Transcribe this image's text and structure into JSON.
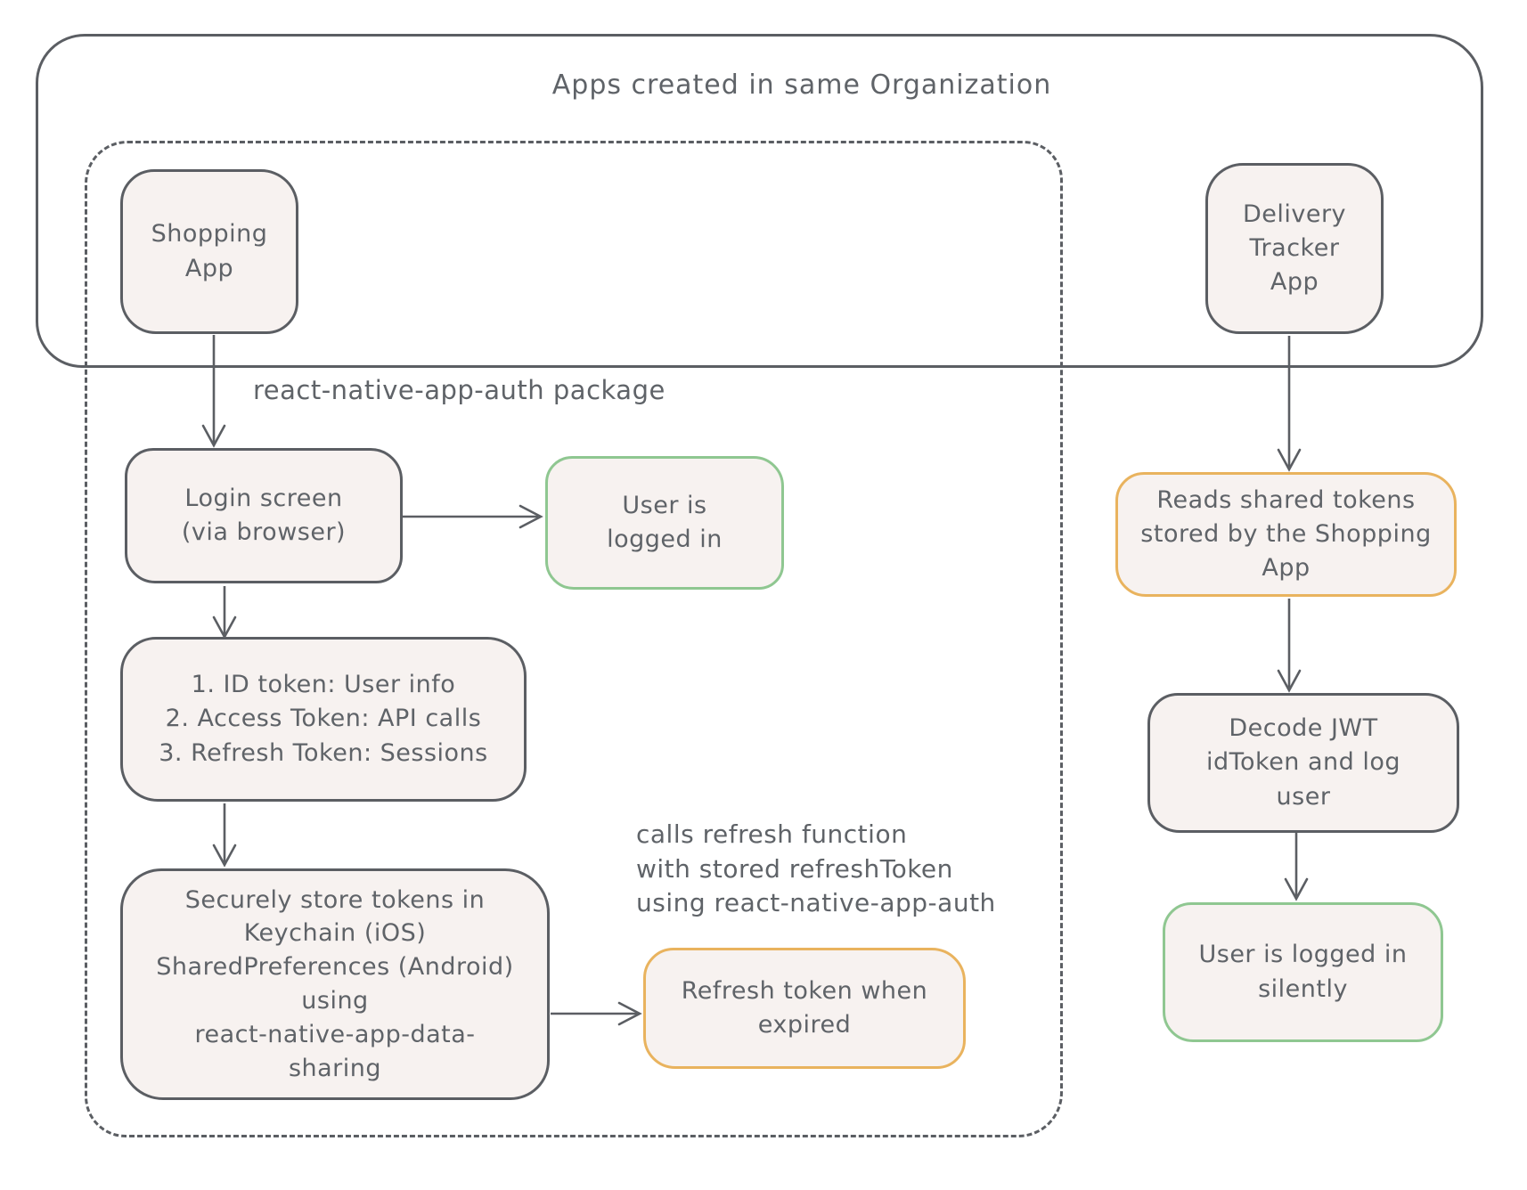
{
  "colors": {
    "stroke": "#5b5e63",
    "green": "#8fc791",
    "orange": "#e9b35e",
    "fill": "#f7f2f0",
    "text": "#5f6368",
    "bg": "#ffffff"
  },
  "diagram": {
    "org_title": "Apps created in same Organization",
    "edge_labels": {
      "auth_package": "react-native-app-auth package",
      "refresh_note": "calls refresh function\nwith stored refreshToken\nusing react-native-app-auth"
    },
    "nodes": {
      "shopping_app": "Shopping\nApp",
      "delivery_tracker": "Delivery\nTracker\nApp",
      "login_screen": "Login screen\n(via browser)",
      "user_logged_in": "User is\nlogged in",
      "token_list": "1. ID token: User info\n2. Access Token: API calls\n3. Refresh Token: Sessions",
      "store_tokens": "Securely store tokens in\nKeychain (iOS)\nSharedPreferences (Android)\nusing\nreact-native-app-data-\nsharing",
      "refresh_expired": "Refresh token when\nexpired",
      "reads_tokens": "Reads shared tokens\nstored by the Shopping\nApp",
      "decode_jwt": "Decode JWT\nidToken and log\nuser",
      "silent_login": "User is logged in\nsilently"
    }
  }
}
